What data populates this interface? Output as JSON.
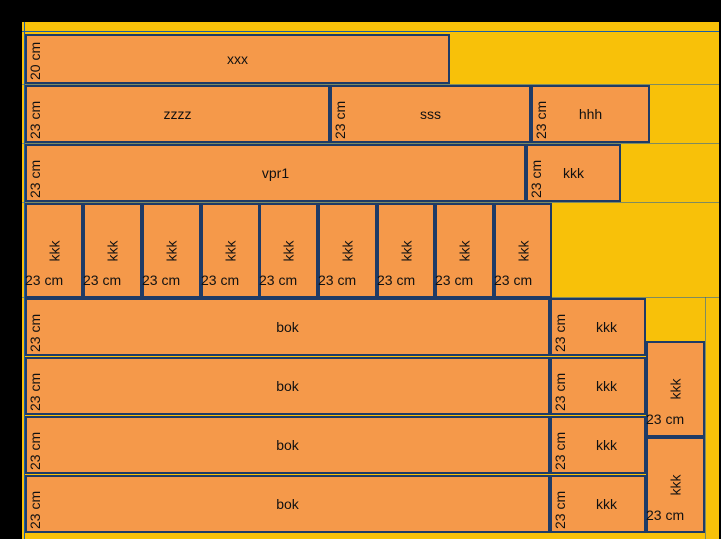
{
  "colors": {
    "background": "#000000",
    "sheet": "#F8C109",
    "piece": "#F5994A",
    "piece_border": "#1E3B66",
    "guide_line": "#1B5FA8"
  },
  "pieces": [
    {
      "name": "xxx",
      "dim": "20 cm"
    },
    {
      "name": "zzzz",
      "dim": "23 cm"
    },
    {
      "name": "sss",
      "dim": "23 cm"
    },
    {
      "name": "hhh",
      "dim": "23 cm"
    },
    {
      "name": "vpr1",
      "dim": "23 cm"
    },
    {
      "name": "kkk",
      "dim": "23 cm"
    },
    {
      "name": "kkk",
      "dim": "23 cm"
    },
    {
      "name": "kkk",
      "dim": "23 cm"
    },
    {
      "name": "kkk",
      "dim": "23 cm"
    },
    {
      "name": "kkk",
      "dim": "23 cm"
    },
    {
      "name": "kkk",
      "dim": "23 cm"
    },
    {
      "name": "kkk",
      "dim": "23 cm"
    },
    {
      "name": "kkk",
      "dim": "23 cm"
    },
    {
      "name": "kkk",
      "dim": "23 cm"
    },
    {
      "name": "kkk",
      "dim": "23 cm"
    },
    {
      "name": "kkk",
      "dim": "23 cm"
    },
    {
      "name": "kkk",
      "dim": "23 cm"
    },
    {
      "name": "kkk",
      "dim": "23 cm"
    },
    {
      "name": "kkk",
      "dim": "23 cm"
    },
    {
      "name": "kkk",
      "dim": "23 cm"
    },
    {
      "name": "kkk",
      "dim": "23 cm"
    },
    {
      "name": "bok",
      "dim": "23 cm"
    },
    {
      "name": "bok",
      "dim": "23 cm"
    },
    {
      "name": "bok",
      "dim": "23 cm"
    },
    {
      "name": "bok",
      "dim": "23 cm"
    }
  ]
}
